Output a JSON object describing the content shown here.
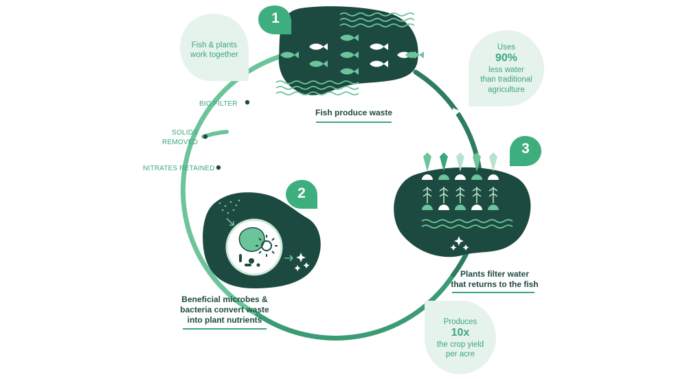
{
  "steps": [
    {
      "number": "1",
      "caption": "Fish produce waste"
    },
    {
      "number": "2",
      "caption_lines": [
        "Beneficial microbes &",
        "bacteria convert waste",
        "into plant nutrients"
      ]
    },
    {
      "number": "3",
      "caption_lines": [
        "Plants filter water",
        "that returns to the fish"
      ]
    }
  ],
  "side_labels": {
    "bio_filter": "BIO FILTER",
    "solids_removed": [
      "SOLIDS",
      "REMOVED"
    ],
    "nitrates_retained": "NITRATES RETAINED"
  },
  "bubbles": {
    "together": [
      "Fish & plants",
      "work together"
    ],
    "water": {
      "top": "Uses",
      "stat": "90%",
      "bottom": [
        "less water",
        "than traditional",
        "agriculture"
      ]
    },
    "yield": {
      "top": "Produces",
      "stat": "10x",
      "bottom": [
        "the crop yield",
        "per acre"
      ]
    }
  },
  "colors": {
    "dark_green": "#1c4a40",
    "mid_green": "#3aa77a",
    "light_green": "#6cc49a",
    "pale_green": "#e6f3ec"
  }
}
